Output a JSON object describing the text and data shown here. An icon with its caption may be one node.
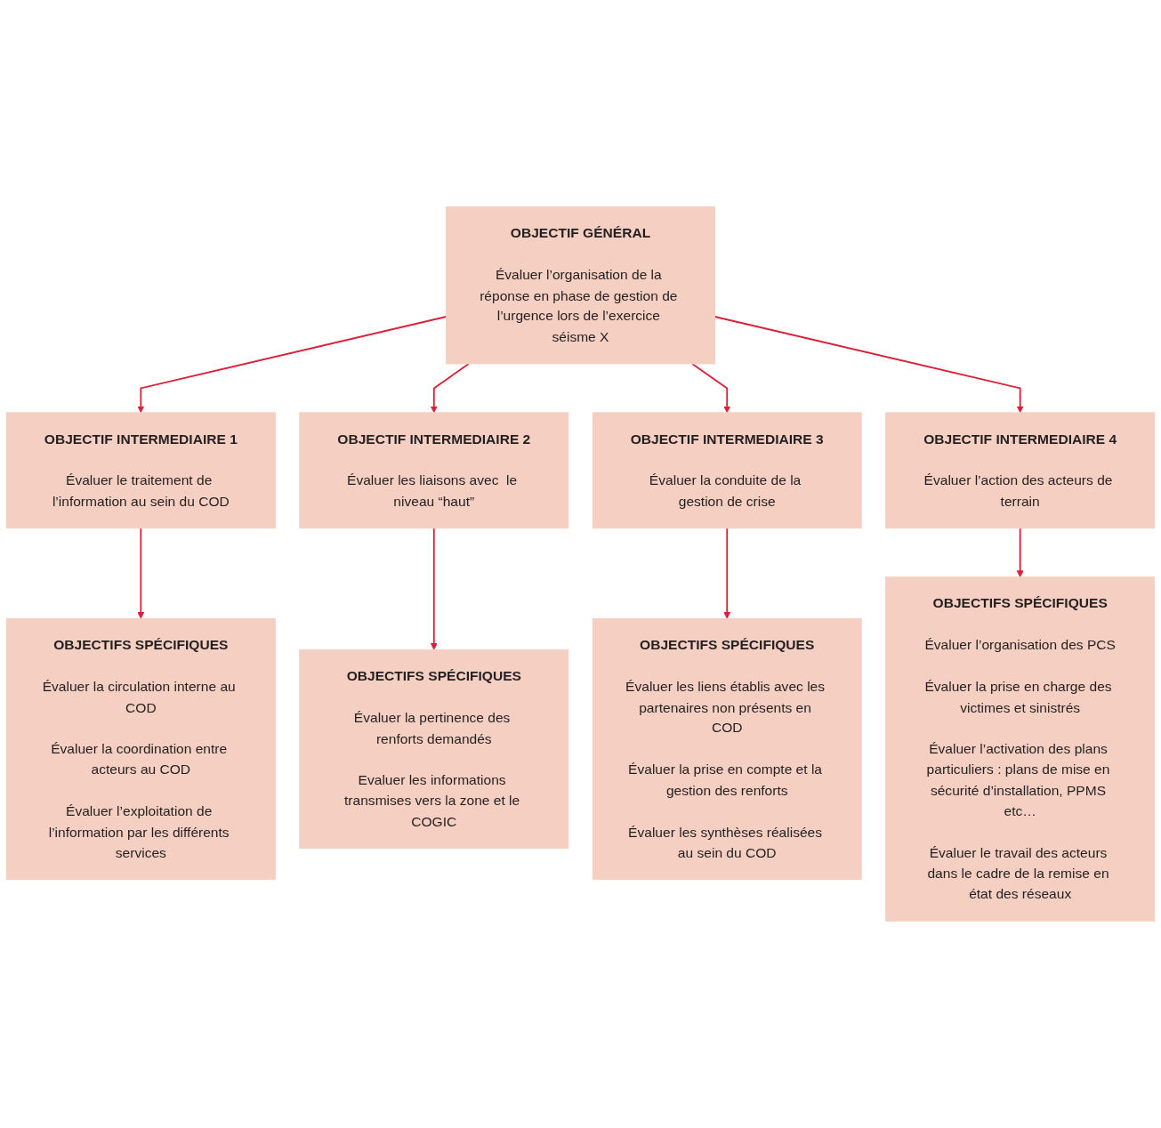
{
  "diagram": {
    "nodes": [
      {
        "text": [
          "OBJECTIF GÉNÉRAL",
          "Évaluer l’organisation de la réponse en phase de gestion de l’urgence lors de l’exercice séisme X"
        ]
      },
      {
        "text": [
          "OBJECTIF INTERMEDIAIRE 1",
          "Évaluer le traitement de l’information au sein du COD"
        ]
      },
      {
        "text": [
          "OBJECTIF INTERMEDIAIRE 2",
          "Évaluer les liaisons avec  le niveau “haut”"
        ]
      },
      {
        "text": [
          "OBJECTIF INTERMEDIAIRE 3",
          "Évaluer la conduite de la gestion de crise"
        ]
      },
      {
        "text": [
          "OBJECTIF INTERMEDIAIRE 4",
          "Évaluer l’action des acteurs de terrain"
        ]
      },
      {
        "text": [
          "OBJECTIFS SPÉCIFIQUES",
          "Évaluer la circulation interne au COD",
          "Évaluer la coordination entre acteurs au COD",
          "Évaluer l’exploitation de l’information par les différents services"
        ]
      },
      {
        "text": [
          "OBJECTIFS SPÉCIFIQUES",
          "Évaluer la pertinence des renforts demandés",
          "Evaluer les informations transmises vers la zone et le COGIC"
        ]
      },
      {
        "text": [
          "OBJECTIFS SPÉCIFIQUES",
          "Évaluer les liens établis avec les partenaires non présents en COD",
          "Évaluer la prise en compte et la gestion des renforts",
          "Évaluer les synthèses réalisées au sein du COD"
        ]
      },
      {
        "text": [
          "OBJECTIFS SPÉCIFIQUES",
          "Évaluer l’organisation des PCS",
          "Évaluer la prise en charge des victimes et sinistrés",
          "Évaluer l’activation des plans particuliers : plans de mise en sécurité d’installation, PPMS etc…",
          "Évaluer le travail des acteurs dans le cadre de la remise en état des réseaux"
        ]
      }
    ],
    "edges": [
      {
        "from": 0,
        "to": 1,
        "arrow": "to"
      },
      {
        "from": 0,
        "to": 2,
        "arrow": "to"
      },
      {
        "from": 0,
        "to": 3,
        "arrow": "to"
      },
      {
        "from": 0,
        "to": 4,
        "arrow": "to"
      },
      {
        "from": 1,
        "to": 5,
        "arrow": "to"
      },
      {
        "from": 2,
        "to": 6,
        "arrow": "to"
      },
      {
        "from": 3,
        "to": 7,
        "arrow": "to"
      },
      {
        "from": 4,
        "to": 8,
        "arrow": "to"
      }
    ]
  }
}
